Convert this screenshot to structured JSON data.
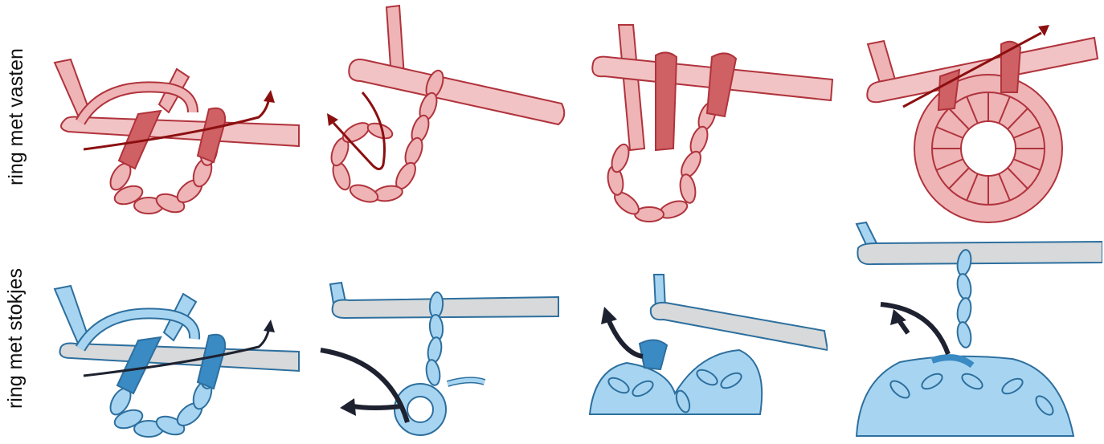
{
  "rows": [
    {
      "label": "ring met vasten",
      "colors": {
        "fill": "#eeb4b6",
        "fill_dark": "#cf6064",
        "stroke": "#b0333c",
        "hook": "#f2c3c4",
        "arrow": "#8c0f10"
      },
      "panels": [
        {
          "step": 1,
          "icon": "chain-ring-hook-through-icon"
        },
        {
          "step": 2,
          "icon": "chain-ring-yarn-through-icon"
        },
        {
          "step": 3,
          "icon": "chain-ring-loops-on-hook-icon"
        },
        {
          "step": 4,
          "icon": "finished-sc-ring-icon"
        }
      ]
    },
    {
      "label": "ring met stokjes",
      "colors": {
        "fill": "#a7d5f1",
        "fill_dark": "#3a8ac4",
        "stroke": "#2d6f9e",
        "hook": "#d7d9da",
        "arrow": "#1e2230"
      },
      "panels": [
        {
          "step": 1,
          "icon": "chain-ring-hook-through-icon"
        },
        {
          "step": 2,
          "icon": "chain-ring-chain-up-icon"
        },
        {
          "step": 3,
          "icon": "dc-into-ring-icon"
        },
        {
          "step": 4,
          "icon": "dc-ring-close-icon"
        }
      ]
    }
  ]
}
